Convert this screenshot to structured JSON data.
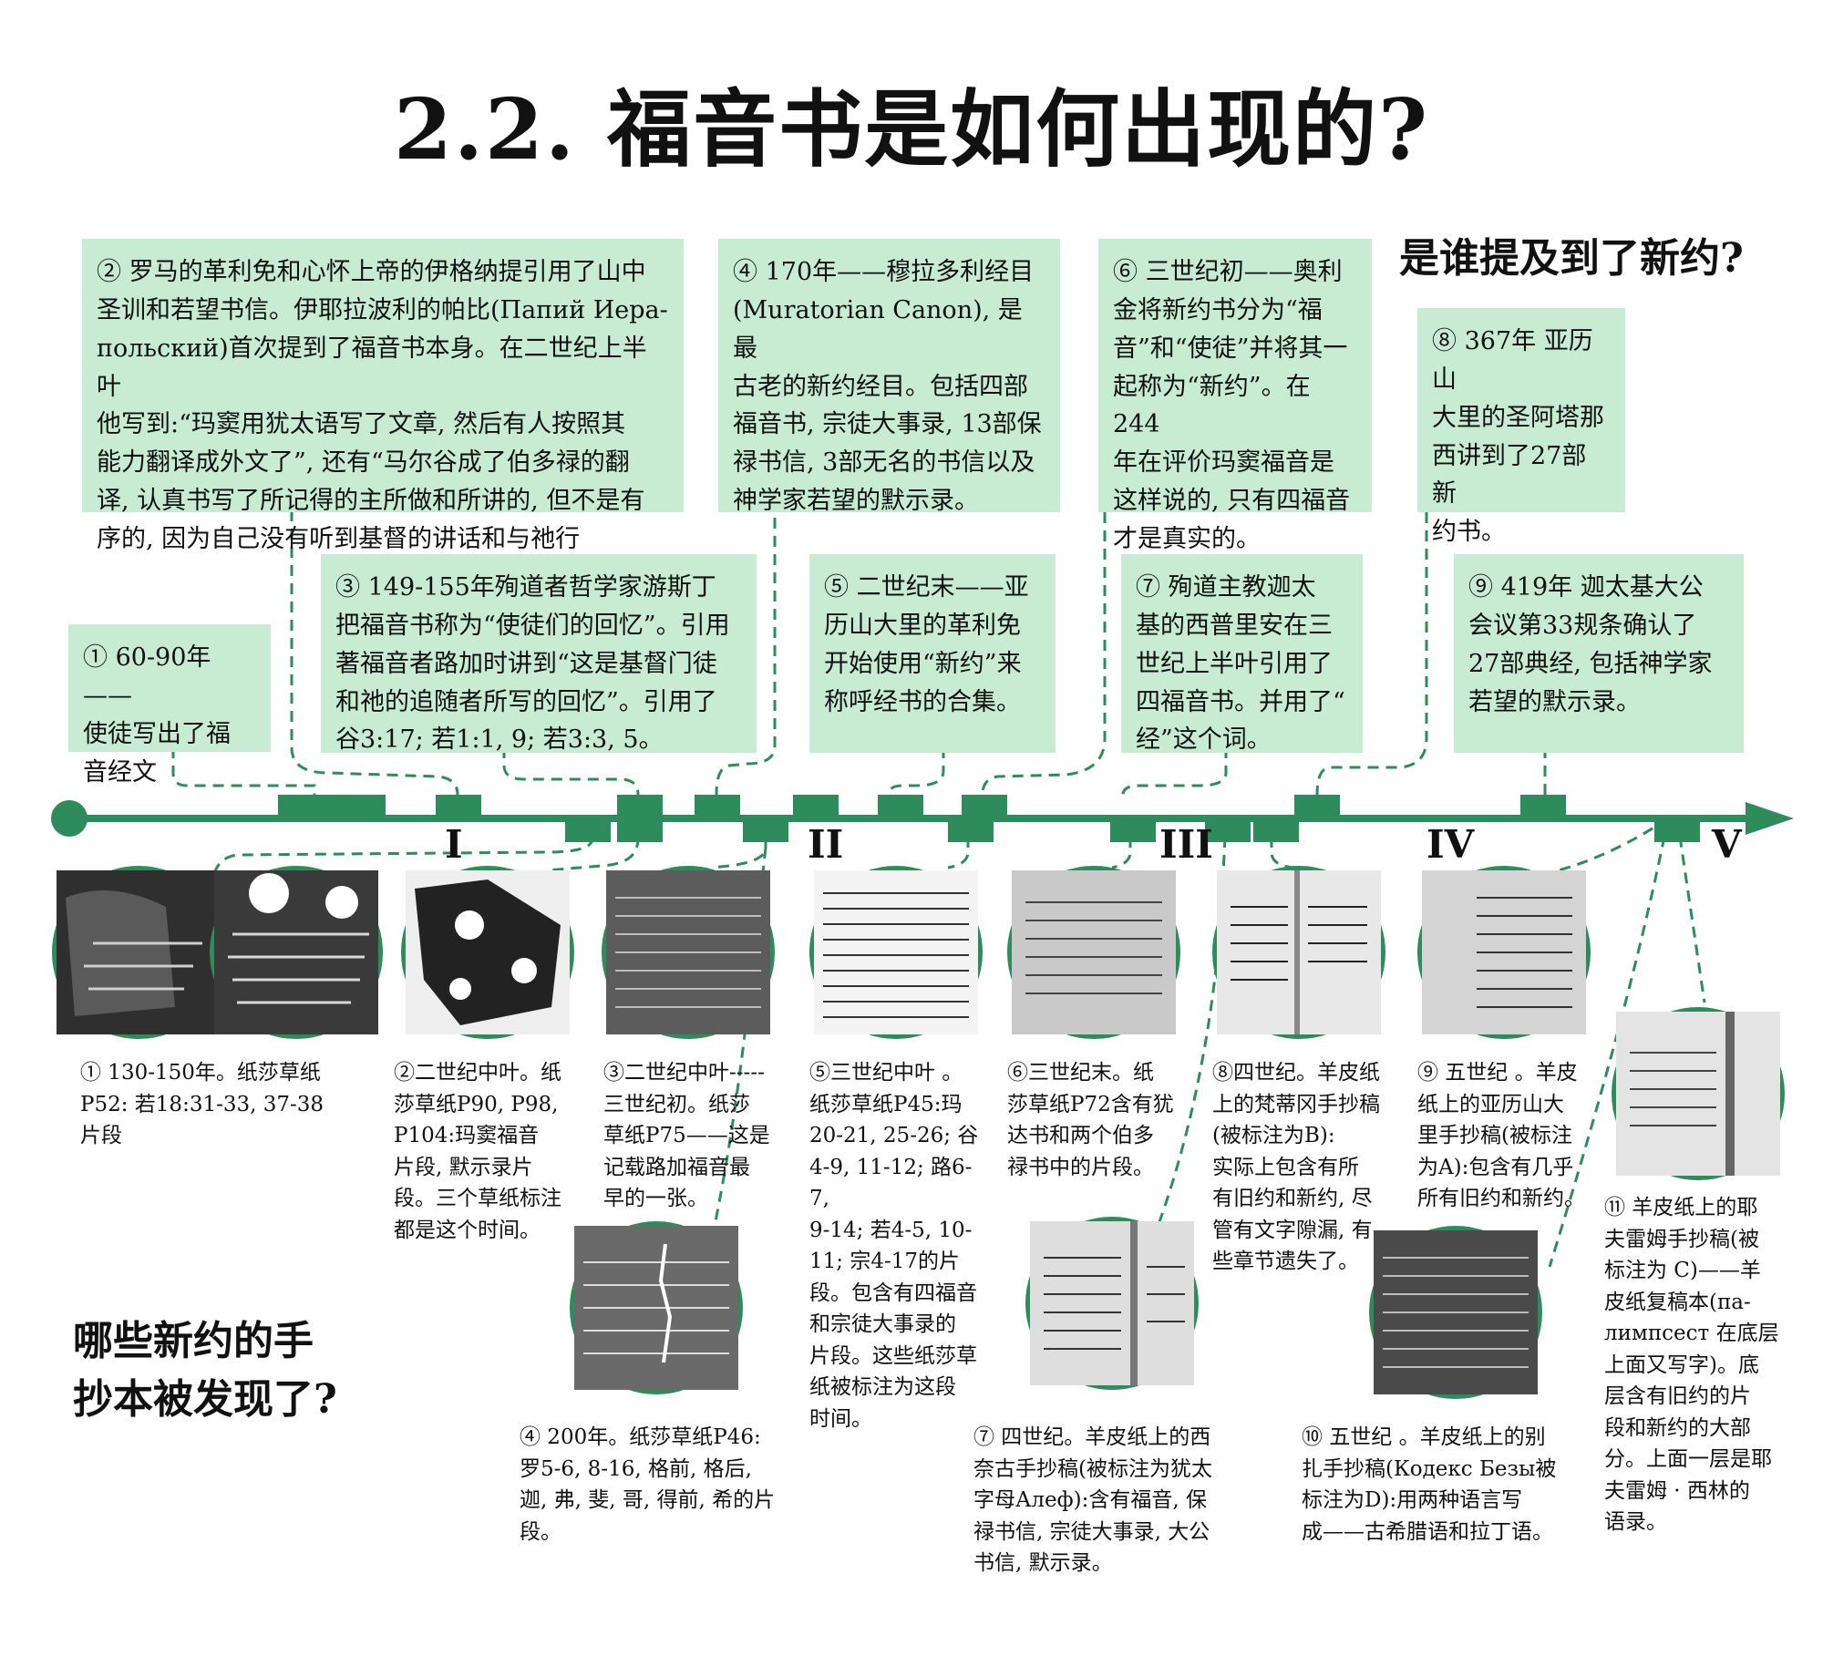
{
  "title": "2.2. 福音书是如何出现的?",
  "question_top": "是谁提及到了新约?",
  "question_bottom": "哪些新约的手\n抄本被发现了?",
  "colors": {
    "box_fill": "#c8ecd2",
    "line": "#2e8b5c",
    "text": "#111111"
  },
  "axis_labels": [
    "I",
    "II",
    "III",
    "IV",
    "V"
  ],
  "events": [
    {
      "id": "1",
      "text": "① 60-90年——\n使徒写出了福\n音经文"
    },
    {
      "id": "2",
      "text": "② 罗马的革利免和心怀上帝的伊格纳提引用了山中\n圣训和若望书信。伊耶拉波利的帕比(Папий Иера-\nпольский)首次提到了福音书本身。在二世纪上半叶\n他写到:“玛窦用犹太语写了文章, 然后有人按照其\n能力翻译成外文了”, 还有“马尔谷成了伯多禄的翻\n译, 认真书写了所记得的主所做和所讲的, 但不是有\n序的, 因为自己没有听到基督的讲话和与祂行"
    },
    {
      "id": "3",
      "text": "③ 149-155年殉道者哲学家游斯丁\n把福音书称为“使徒们的回忆”。引用\n著福音者路加时讲到“这是基督门徒\n和祂的追随者所写的回忆”。引用了\n谷3:17; 若1:1, 9; 若3:3, 5。"
    },
    {
      "id": "4",
      "text": "④ 170年——穆拉多利经目\n(Muratorian Canon), 是最\n古老的新约经目。包括四部\n福音书, 宗徒大事录, 13部保\n禄书信, 3部无名的书信以及\n神学家若望的默示录。"
    },
    {
      "id": "5",
      "text": "⑤ 二世纪末——亚\n历山大里的革利免\n开始使用“新约”来\n称呼经书的合集。"
    },
    {
      "id": "6",
      "text": "⑥ 三世纪初——奥利\n金将新约书分为“福\n音”和“使徒”并将其一\n起称为“新约”。在244\n年在评价玛窦福音是\n这样说的, 只有四福音\n才是真实的。"
    },
    {
      "id": "7",
      "text": "⑦ 殉道主教迦太\n基的西普里安在三\n世纪上半叶引用了\n四福音书。并用了“\n经”这个词。"
    },
    {
      "id": "8",
      "text": "⑧ 367年 亚历山\n大里的圣阿塔那\n西讲到了27部新\n约书。"
    },
    {
      "id": "9",
      "text": "⑨ 419年 迦太基大公\n会议第33规条确认了\n27部典经, 包括神学家\n若望的默示录。"
    }
  ],
  "manuscripts": [
    {
      "id": "m1",
      "caption": "① 130-150年。纸莎草纸\nP52: 若18:31-33, 37-38\n片段"
    },
    {
      "id": "m2",
      "caption": "②二世纪中叶。纸\n莎草纸P90, P98,\nP104:玛窦福音\n片段, 默示录片\n段。三个草纸标注\n都是这个时间。"
    },
    {
      "id": "m3",
      "caption": "③二世纪中叶-----\n三世纪初。纸莎\n草纸P75——这是\n记载路加福音最\n早的一张。"
    },
    {
      "id": "m4",
      "caption": "④ 200年。纸莎草纸P46:\n罗5-6, 8-16, 格前, 格后,\n迦, 弗, 斐, 哥, 得前, 希的片\n段。"
    },
    {
      "id": "m5",
      "caption": "⑤三世纪中叶 。\n纸莎草纸P45:玛\n20-21, 25-26; 谷\n4-9, 11-12; 路6-7,\n9-14; 若4-5, 10-\n11; 宗4-17的片\n段。包含有四福音\n和宗徒大事录的\n片段。这些纸莎草\n纸被标注为这段\n时间。"
    },
    {
      "id": "m6",
      "caption": "⑥三世纪末。纸\n莎草纸P72含有犹\n达书和两个伯多\n禄书中的片段。"
    },
    {
      "id": "m7",
      "caption": "⑦ 四世纪。羊皮纸上的西\n奈古手抄稿(被标注为犹太\n字母Алеф):含有福音, 保\n禄书信, 宗徒大事录, 大公\n书信, 默示录。"
    },
    {
      "id": "m8",
      "caption": "⑧四世纪。羊皮纸\n上的梵蒂冈手抄稿\n(被标注为B):\n实际上包含有所\n有旧约和新约, 尽\n管有文字隙漏, 有\n些章节遗失了。"
    },
    {
      "id": "m9",
      "caption": "⑨ 五世纪 。羊皮\n纸上的亚历山大\n里手抄稿(被标注\n为A):包含有几乎\n所有旧约和新约。"
    },
    {
      "id": "m10",
      "caption": "⑩ 五世纪 。羊皮纸上的别\n扎手抄稿(Кодекс Безы被\n标注为D):用两种语言写\n成——古希腊语和拉丁语。"
    },
    {
      "id": "m11",
      "caption": "⑪ 羊皮纸上的耶\n夫雷姆手抄稿(被\n标注为 C)——羊\n皮纸复稿本(па-\nлимпсест 在底层\n上面又写字)。底\n层含有旧约的片\n段和新约的大部\n分。上面一层是耶\n夫雷姆 · 西林的\n语录。"
    }
  ]
}
